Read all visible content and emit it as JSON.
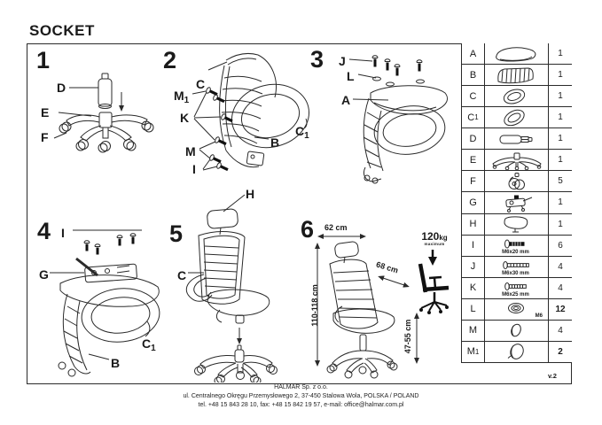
{
  "title": "SOCKET",
  "version_label": "v.2",
  "steps": {
    "s1": {
      "num": "1",
      "labels": [
        {
          "t": "D"
        },
        {
          "t": "E"
        },
        {
          "t": "F"
        }
      ]
    },
    "s2": {
      "num": "2",
      "labels": [
        {
          "t": "C"
        },
        {
          "t": "M",
          "sub": "1"
        },
        {
          "t": "K"
        },
        {
          "t": "M"
        },
        {
          "t": "I"
        },
        {
          "t": "B"
        },
        {
          "t": "C",
          "sub": "1"
        }
      ]
    },
    "s3": {
      "num": "3",
      "labels": [
        {
          "t": "J"
        },
        {
          "t": "L"
        },
        {
          "t": "A"
        }
      ]
    },
    "s4": {
      "num": "4",
      "labels": [
        {
          "t": "I"
        },
        {
          "t": "G"
        },
        {
          "t": "C",
          "sub": "1"
        },
        {
          "t": "B"
        }
      ]
    },
    "s5": {
      "num": "5",
      "labels": [
        {
          "t": "H"
        },
        {
          "t": "C"
        }
      ]
    },
    "s6": {
      "num": "6",
      "dim_width": "62 cm",
      "dim_depth": "68 cm",
      "dim_height": "110-118 cm",
      "dim_seat_height": "47-55 cm",
      "max_load_value": "120",
      "max_load_unit": "kg",
      "max_load_caption": "maximum"
    }
  },
  "parts_table": {
    "rows": [
      {
        "letter": "A",
        "icon": "seat-icon",
        "qty": "1"
      },
      {
        "letter": "B",
        "icon": "backrest-mesh-icon",
        "qty": "1"
      },
      {
        "letter": "C",
        "icon": "armrest-ring-icon",
        "qty": "1"
      },
      {
        "letter": "C",
        "sub": "1",
        "icon": "armrest-ring-icon",
        "qty": "1"
      },
      {
        "letter": "D",
        "icon": "gas-lift-icon",
        "qty": "1"
      },
      {
        "letter": "E",
        "icon": "base-star-icon",
        "qty": "1"
      },
      {
        "letter": "F",
        "icon": "caster-icon",
        "qty": "5"
      },
      {
        "letter": "G",
        "icon": "mechanism-icon",
        "qty": "1"
      },
      {
        "letter": "H",
        "icon": "headrest-icon",
        "qty": "1"
      },
      {
        "letter": "I",
        "icon": "screw-icon",
        "size": "M6x20 mm",
        "qty": "6"
      },
      {
        "letter": "J",
        "icon": "screw-icon",
        "size": "M6x30 mm",
        "qty": "4"
      },
      {
        "letter": "K",
        "icon": "screw-icon",
        "size": "M6x25 mm",
        "qty": "4"
      },
      {
        "letter": "L",
        "icon": "washer-icon",
        "size": "M6",
        "qty": "12"
      },
      {
        "letter": "M",
        "icon": "cap-icon",
        "qty": "4"
      },
      {
        "letter": "M",
        "sub": "1",
        "icon": "cap-icon",
        "qty": "2"
      }
    ]
  },
  "footer": {
    "company": "HALMAR Sp. z o.o.",
    "address": "ul. Centralnego Okręgu Przemysłowego 2, 37-450 Stalowa Wola, POLSKA / POLAND",
    "contact": "tel. +48 15 843 28 10, fax: +48 15 842 19 57, e-mail: office@halmar.com.pl"
  }
}
